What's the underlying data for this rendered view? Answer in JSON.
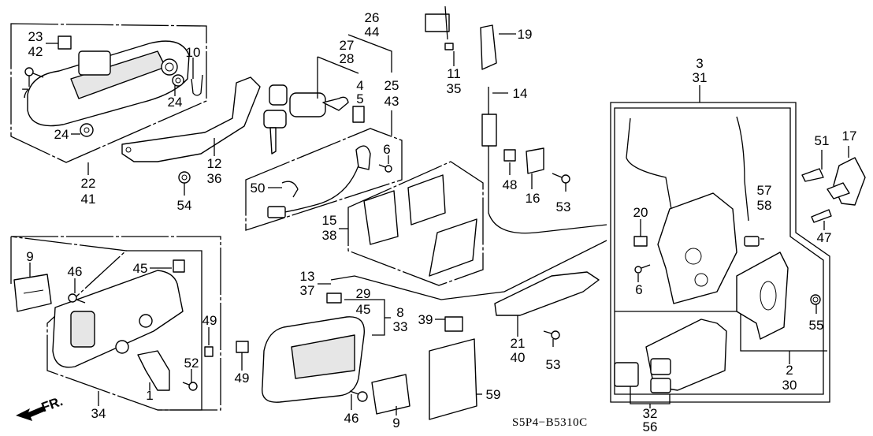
{
  "diagram": {
    "title_code": "S5P4−B5310C",
    "direction_marker": "FR.",
    "callouts": {
      "c23_42": [
        "23",
        "42"
      ],
      "c7": [
        "7"
      ],
      "c10": [
        "10"
      ],
      "c24a": [
        "24"
      ],
      "c24b": [
        "24"
      ],
      "c22_41": [
        "22",
        "41"
      ],
      "c12_36": [
        "12",
        "36"
      ],
      "c54": [
        "54"
      ],
      "c26_44": [
        "26",
        "44"
      ],
      "c27_28": [
        "27",
        "28"
      ],
      "c4_5": [
        "4",
        "5"
      ],
      "c25_43": [
        "25",
        "43"
      ],
      "c6a": [
        "6"
      ],
      "c50": [
        "50"
      ],
      "c15_38": [
        "15",
        "38"
      ],
      "c11_35": [
        "11",
        "35"
      ],
      "c19": [
        "19"
      ],
      "c14": [
        "14"
      ],
      "c48": [
        "48"
      ],
      "c16": [
        "16"
      ],
      "c53a": [
        "53"
      ],
      "c3_31": [
        "3",
        "31"
      ],
      "c51": [
        "51"
      ],
      "c17": [
        "17"
      ],
      "c47": [
        "47"
      ],
      "c57_58": [
        "57",
        "58"
      ],
      "c20": [
        "20"
      ],
      "c6b": [
        "6"
      ],
      "c55": [
        "55"
      ],
      "c2_30": [
        "2",
        "30"
      ],
      "c32_56": [
        "32",
        "56"
      ],
      "c9a": [
        "9"
      ],
      "c46a": [
        "46"
      ],
      "c45a": [
        "45"
      ],
      "c49a": [
        "49"
      ],
      "c52": [
        "52"
      ],
      "c1": [
        "1"
      ],
      "c34": [
        "34"
      ],
      "c13_37": [
        "13",
        "37"
      ],
      "c29_45": [
        "29",
        "45"
      ],
      "c8_33": [
        "8",
        "33"
      ],
      "c39": [
        "39"
      ],
      "c49b": [
        "49"
      ],
      "c46b": [
        "46"
      ],
      "c9b": [
        "9"
      ],
      "c59": [
        "59"
      ],
      "c21_40": [
        "21",
        "40"
      ],
      "c53b": [
        "53"
      ]
    }
  }
}
